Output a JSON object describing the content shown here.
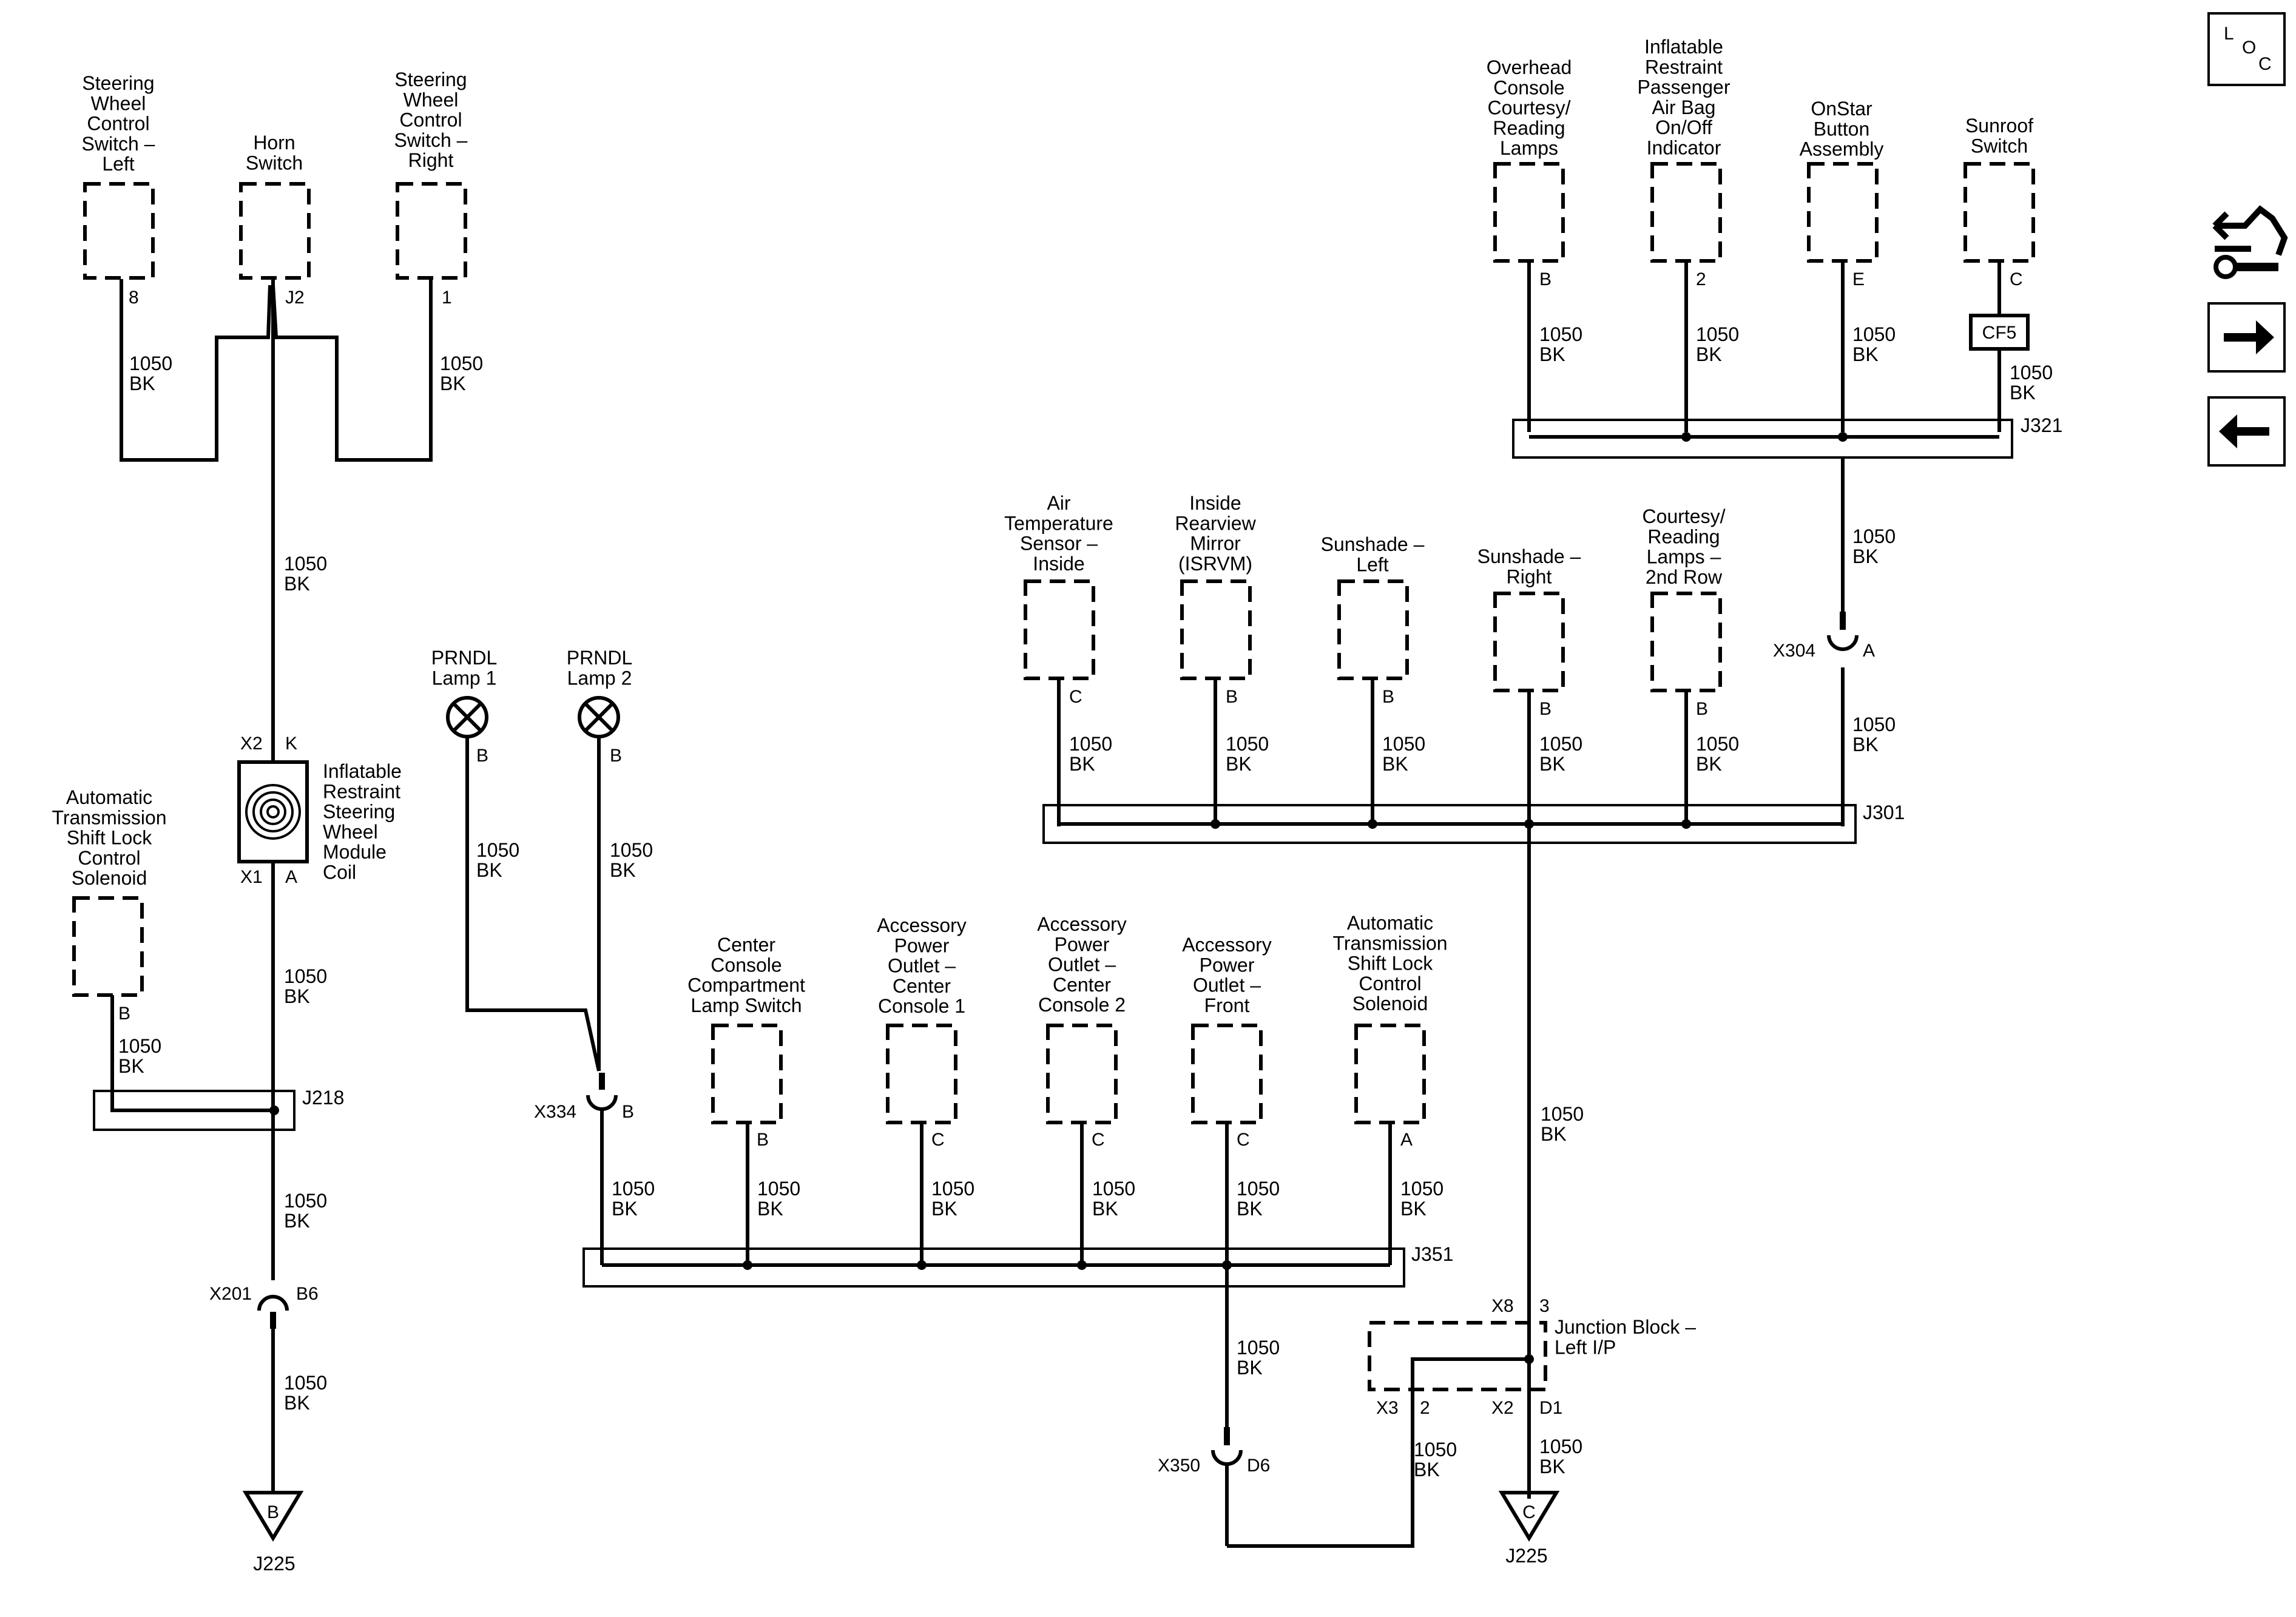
{
  "components": {
    "swc_left": "Steering\nWheel\nControl\nSwitch –\nLeft",
    "horn": "Horn\nSwitch",
    "swc_right": "Steering\nWheel\nControl\nSwitch –\nRight",
    "airbag_coil": "Inflatable\nRestraint\nSteering\nWheel\nModule\nCoil",
    "shift_lock_left": "Automatic\nTransmission\nShift Lock\nControl\nSolenoid",
    "prndl1": "PRNDL\nLamp 1",
    "prndl2": "PRNDL\nLamp 2",
    "center_console_lamp": "Center\nConsole\nCompartment\nLamp Switch",
    "apo_console1": "Accessory\nPower\nOutlet –\nCenter\nConsole 1",
    "apo_console2": "Accessory\nPower\nOutlet –\nCenter\nConsole 2",
    "apo_front": "Accessory\nPower\nOutlet –\nFront",
    "shift_lock_center": "Automatic\nTransmission\nShift Lock\nControl\nSolenoid",
    "air_temp": "Air\nTemperature\nSensor –\nInside",
    "mirror": "Inside\nRearview\nMirror\n(ISRVM)",
    "sunshade_left": "Sunshade –\nLeft",
    "sunshade_right": "Sunshade –\nRight",
    "courtesy_2nd": "Courtesy/\nReading\nLamps –\n2nd Row",
    "overhead_console": "Overhead\nConsole\nCourtesy/\nReading\nLamps",
    "passenger_airbag": "Inflatable\nRestraint\nPassenger\nAir Bag\nOn/Off\nIndicator",
    "onstar": "OnStar\nButton\nAssembly",
    "sunroof": "Sunroof\nSwitch",
    "junction_block": "Junction Block –\nLeft I/P"
  },
  "wire": {
    "circuit": "1050",
    "color": "BK"
  },
  "splices": {
    "j218": "J218",
    "j301": "J301",
    "j321": "J321",
    "j351": "J351"
  },
  "connectors": {
    "x201": "X201",
    "x201_pin": "B6",
    "x334": "X334",
    "x334_pin": "B",
    "x304": "X304",
    "x304_pin": "A",
    "x350": "X350",
    "x350_pin": "D6",
    "x1": "X1",
    "x1_pin": "A",
    "x2": "X2",
    "x2_pin": "K",
    "jb_x8": "X8",
    "jb_x8_pin": "3",
    "jb_x3": "X3",
    "jb_x3_pin": "2",
    "jb_x2": "X2",
    "jb_x2_pin": "D1",
    "cf5": "CF5"
  },
  "pins": {
    "swc_left": "8",
    "horn": "J2",
    "swc_right": "1",
    "shift_lock_left": "B",
    "prndl1": "B",
    "prndl2": "B",
    "center_console_lamp": "B",
    "apo_console1": "C",
    "apo_console2": "C",
    "apo_front": "C",
    "shift_lock_center": "A",
    "air_temp": "C",
    "mirror": "B",
    "sunshade_left": "B",
    "sunshade_right": "B",
    "courtesy_2nd": "B",
    "overhead_console": "B",
    "passenger_airbag": "2",
    "onstar": "E",
    "sunroof": "C"
  },
  "grounds": {
    "g1_letter": "B",
    "g1_label": "J225",
    "g2_letter": "C",
    "g2_label": "J225"
  },
  "nav": {
    "loc_l": "L",
    "loc_o": "O",
    "loc_c": "C",
    "icons": [
      "loc-icon",
      "tool-icon",
      "arrow-right-icon",
      "arrow-left-icon"
    ]
  }
}
